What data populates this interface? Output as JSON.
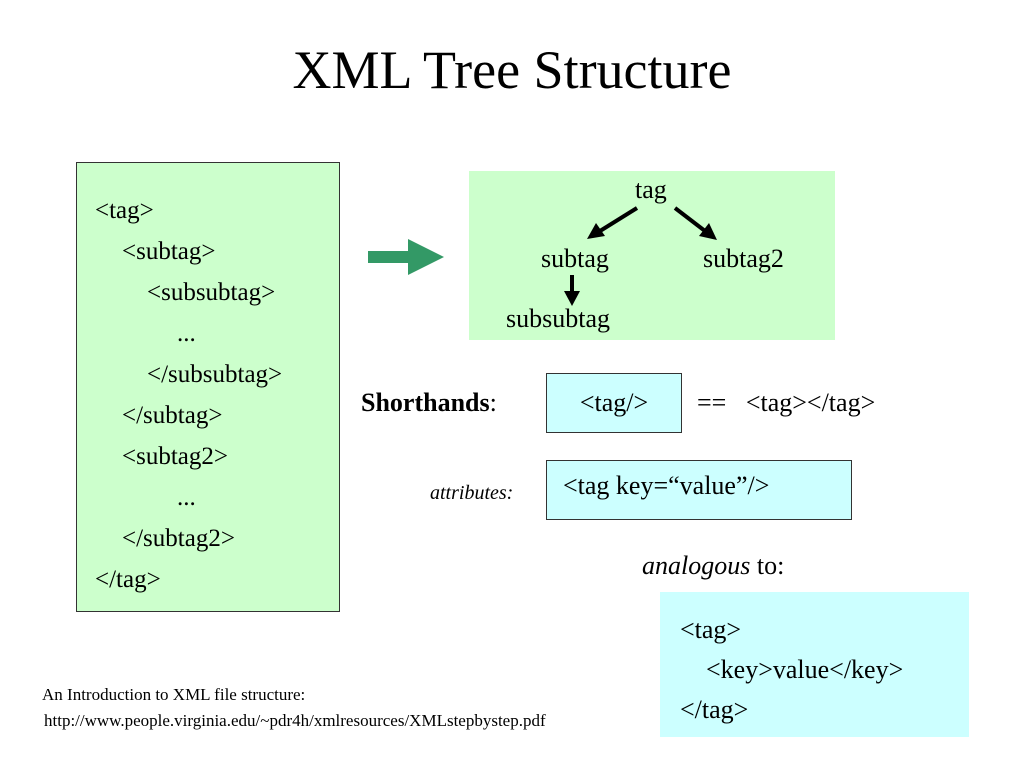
{
  "title": "XML Tree Structure",
  "xml_code": [
    "<tag>",
    "<subtag>",
    "<subsubtag>",
    "...",
    "</subsubtag>",
    "</subtag>",
    "<subtag2>",
    "...",
    "</subtag2>",
    "</tag>"
  ],
  "tree": {
    "root": "tag",
    "child1": "subtag",
    "child2": "subtag2",
    "grandchild": "subsubtag"
  },
  "shorthands": {
    "label": "Shorthands",
    "colon": ":",
    "short_form": "<tag/>",
    "equals": "==",
    "long_form": "<tag></tag>"
  },
  "attributes": {
    "label": "attributes:",
    "example": "<tag key=“value”/>"
  },
  "analogous": {
    "word": "analogous",
    "rest": " to:",
    "lines": [
      "<tag>",
      "<key>value</key>",
      "</tag>"
    ]
  },
  "reference": {
    "line1": "An Introduction to XML file structure:",
    "line2": "http://www.people.virginia.edu/~pdr4h/xmlresources/XMLstepbystep.pdf"
  },
  "colors": {
    "green_box": "#ccffcc",
    "cyan_box": "#ccffff",
    "arrow": "#339966"
  },
  "icons": [
    "right-arrow-icon"
  ]
}
